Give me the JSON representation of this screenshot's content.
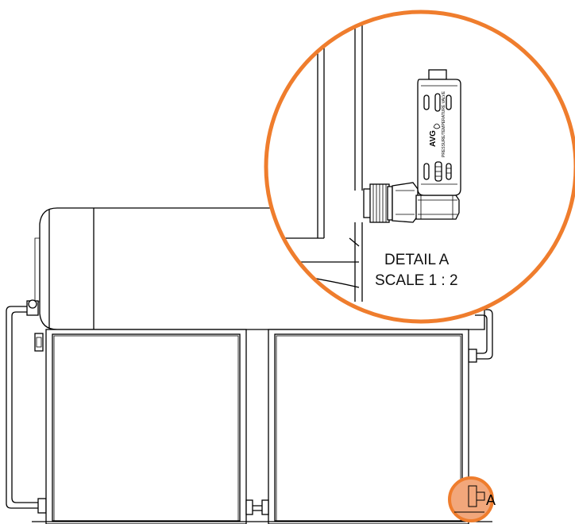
{
  "detail": {
    "title": "DETAIL A",
    "scale": "SCALE 1 : 2",
    "callout_letter": "A"
  },
  "valve": {
    "brand": "AVG",
    "label": "PRESSURE/TEMPERATURE VALVE"
  },
  "colors": {
    "highlight": "#EF7D2D",
    "lines": "#000000",
    "background": "#FFFFFF"
  }
}
